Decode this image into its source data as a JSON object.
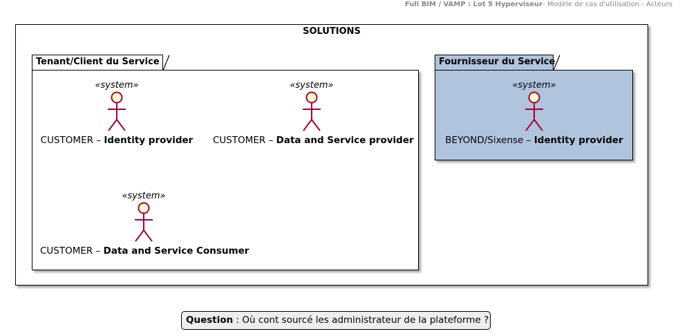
{
  "header": {
    "project": "Full BIM / VAMP : Lot 5 Hyperviseur",
    "subtitle": "- Modèle de cas d'utilisation - Acteurs"
  },
  "diagram": {
    "title": "SOLUTIONS",
    "packages": [
      {
        "title": "Tenant/Client du Service",
        "fill": "#ffffff",
        "actors": [
          {
            "stereotype": "«system»",
            "prefix": "CUSTOMER – ",
            "name": "Identity provider"
          },
          {
            "stereotype": "«system»",
            "prefix": "CUSTOMER – ",
            "name": "Data and Service provider"
          },
          {
            "stereotype": "«system»",
            "prefix": "CUSTOMER – ",
            "name": "Data and Service Consumer"
          }
        ]
      },
      {
        "title": "Fournisseur du Service",
        "fill": "#b0c4de",
        "actors": [
          {
            "stereotype": "«system»",
            "prefix": "BEYOND/Sixense – ",
            "name": "Identity provider"
          }
        ]
      }
    ]
  },
  "note": {
    "label": "Question",
    "text": " : Où cont sourcé les administrateur de la plateforme ?"
  },
  "colors": {
    "actor_stroke": "#a80036",
    "actor_fill": "#fefece",
    "note_fill": "#eeeeee",
    "provider_fill": "#b0c4de"
  }
}
